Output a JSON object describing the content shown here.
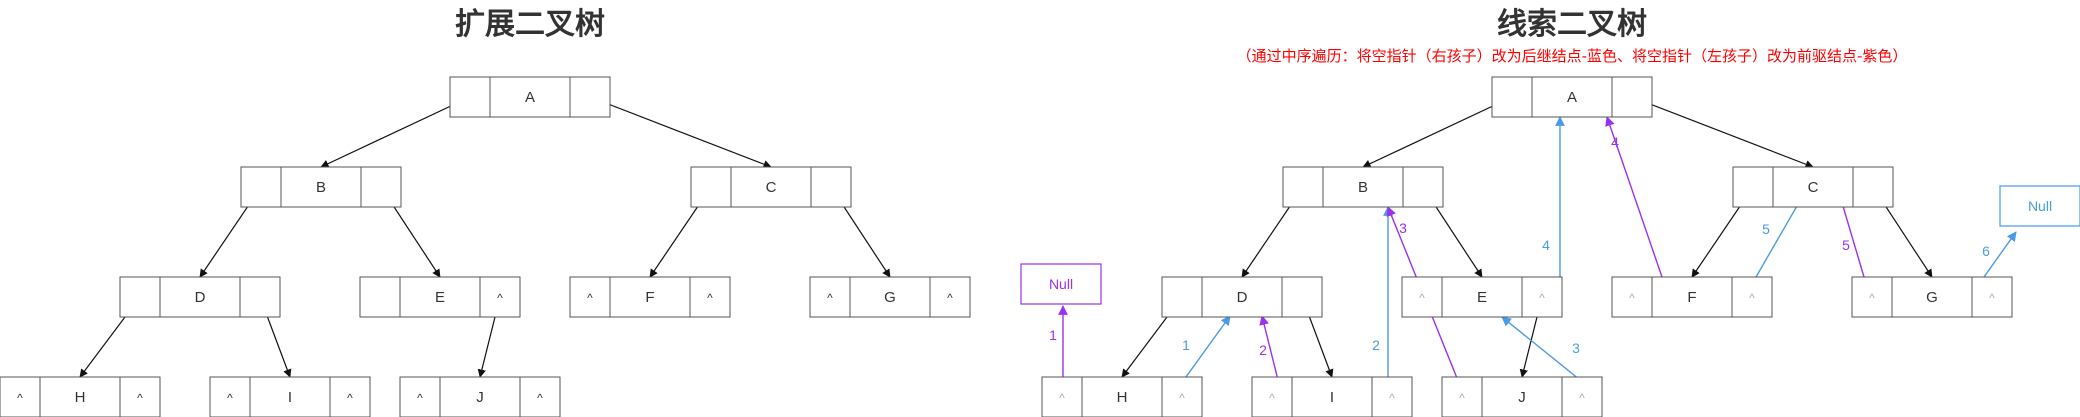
{
  "titles": {
    "left": "扩展二叉树",
    "right": "线索二叉树",
    "right_note": "（通过中序遍历：将空指针（右孩子）改为后继结点-蓝色、将空指针（左孩子）改为前驱结点-紫色）"
  },
  "colors": {
    "edge": "#111111",
    "box": "#555555",
    "successor_blue": "#4a9be6",
    "predecessor_purple": "#9b30ef",
    "title": "#333333",
    "note": "#ff0000"
  },
  "null_symbol": "^",
  "extended_tree": {
    "nodes": [
      {
        "id": "A",
        "label": "A",
        "left": "",
        "right": ""
      },
      {
        "id": "B",
        "label": "B",
        "left": "",
        "right": ""
      },
      {
        "id": "C",
        "label": "C",
        "left": "",
        "right": ""
      },
      {
        "id": "D",
        "label": "D",
        "left": "",
        "right": ""
      },
      {
        "id": "E",
        "label": "E",
        "left": "",
        "right": "^"
      },
      {
        "id": "F",
        "label": "F",
        "left": "^",
        "right": "^"
      },
      {
        "id": "G",
        "label": "G",
        "left": "^",
        "right": "^"
      },
      {
        "id": "H",
        "label": "H",
        "left": "^",
        "right": "^"
      },
      {
        "id": "I",
        "label": "I",
        "left": "^",
        "right": "^"
      },
      {
        "id": "J",
        "label": "J",
        "left": "^",
        "right": "^"
      }
    ],
    "edges": [
      [
        "A",
        "B"
      ],
      [
        "A",
        "C"
      ],
      [
        "B",
        "D"
      ],
      [
        "B",
        "E"
      ],
      [
        "C",
        "F"
      ],
      [
        "C",
        "G"
      ],
      [
        "D",
        "H"
      ],
      [
        "D",
        "I"
      ],
      [
        "E",
        "J"
      ]
    ]
  },
  "threaded_tree": {
    "nodes": [
      {
        "id": "A",
        "label": "A",
        "left": "",
        "right": ""
      },
      {
        "id": "B",
        "label": "B",
        "left": "",
        "right": ""
      },
      {
        "id": "C",
        "label": "C",
        "left": "",
        "right": ""
      },
      {
        "id": "D",
        "label": "D",
        "left": "",
        "right": ""
      },
      {
        "id": "E",
        "label": "E",
        "left": "^",
        "right": "^"
      },
      {
        "id": "F",
        "label": "F",
        "left": "^",
        "right": "^"
      },
      {
        "id": "G",
        "label": "G",
        "left": "^",
        "right": "^"
      },
      {
        "id": "H",
        "label": "H",
        "left": "^",
        "right": "^"
      },
      {
        "id": "I",
        "label": "I",
        "left": "^",
        "right": "^"
      },
      {
        "id": "J",
        "label": "J",
        "left": "^",
        "right": "^"
      }
    ],
    "edges": [
      [
        "A",
        "B"
      ],
      [
        "A",
        "C"
      ],
      [
        "B",
        "D"
      ],
      [
        "B",
        "E"
      ],
      [
        "C",
        "F"
      ],
      [
        "C",
        "G"
      ],
      [
        "D",
        "H"
      ],
      [
        "D",
        "I"
      ],
      [
        "E",
        "J"
      ]
    ],
    "null_boxes": [
      {
        "id": "null_left",
        "label": "Null",
        "color": "predecessor_purple"
      },
      {
        "id": "null_right",
        "label": "Null",
        "color": "successor_blue"
      }
    ],
    "threads": [
      {
        "from": "H",
        "slot": "left",
        "to": "null_left",
        "kind": "predecessor",
        "number": "1"
      },
      {
        "from": "H",
        "slot": "right",
        "to": "D",
        "kind": "successor",
        "number": "1"
      },
      {
        "from": "I",
        "slot": "left",
        "to": "D",
        "kind": "predecessor",
        "number": "2"
      },
      {
        "from": "I",
        "slot": "right",
        "to": "B",
        "kind": "successor",
        "number": "2"
      },
      {
        "from": "J",
        "slot": "left",
        "to": "B",
        "kind": "predecessor",
        "number": "3"
      },
      {
        "from": "J",
        "slot": "right",
        "to": "E",
        "kind": "successor",
        "number": "3"
      },
      {
        "from": "E",
        "slot": "right",
        "to": "A",
        "kind": "successor",
        "number": "4"
      },
      {
        "from": "F",
        "slot": "left",
        "to": "A",
        "kind": "predecessor",
        "number": "4"
      },
      {
        "from": "F",
        "slot": "right",
        "to": "C",
        "kind": "successor",
        "number": "5"
      },
      {
        "from": "G",
        "slot": "left",
        "to": "C",
        "kind": "predecessor",
        "number": "5"
      },
      {
        "from": "G",
        "slot": "right",
        "to": "null_right",
        "kind": "successor",
        "number": "6"
      }
    ]
  }
}
